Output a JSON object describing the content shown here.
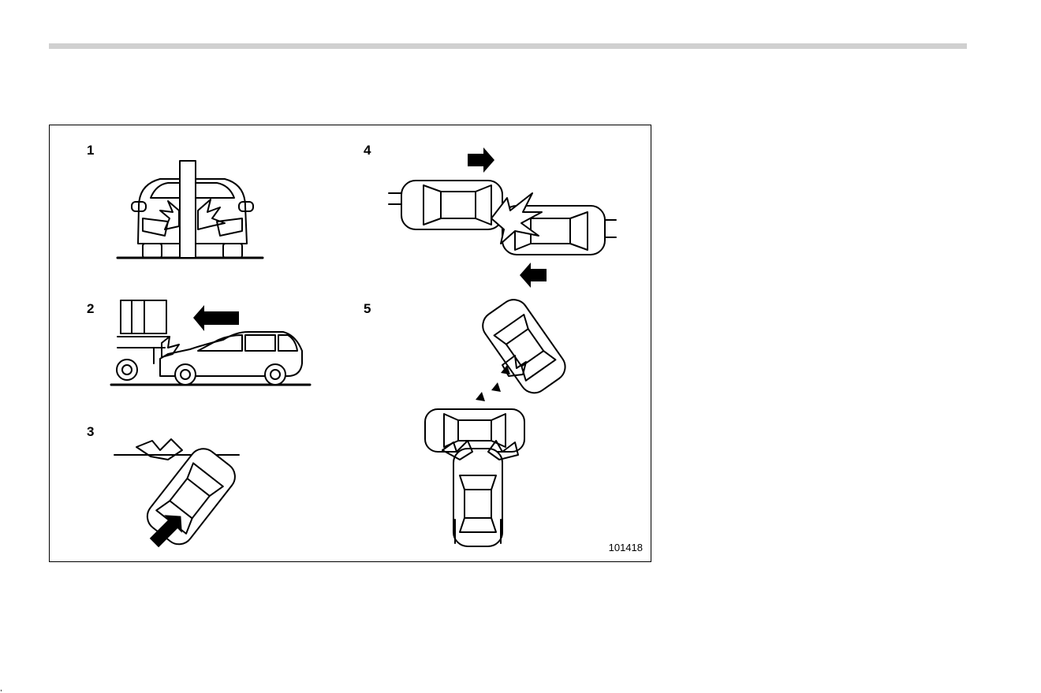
{
  "figure": {
    "panels": [
      {
        "number": "1"
      },
      {
        "number": "2"
      },
      {
        "number": "3"
      },
      {
        "number": "4"
      },
      {
        "number": "5"
      }
    ],
    "figure_id": "101418"
  },
  "page_mark": ","
}
